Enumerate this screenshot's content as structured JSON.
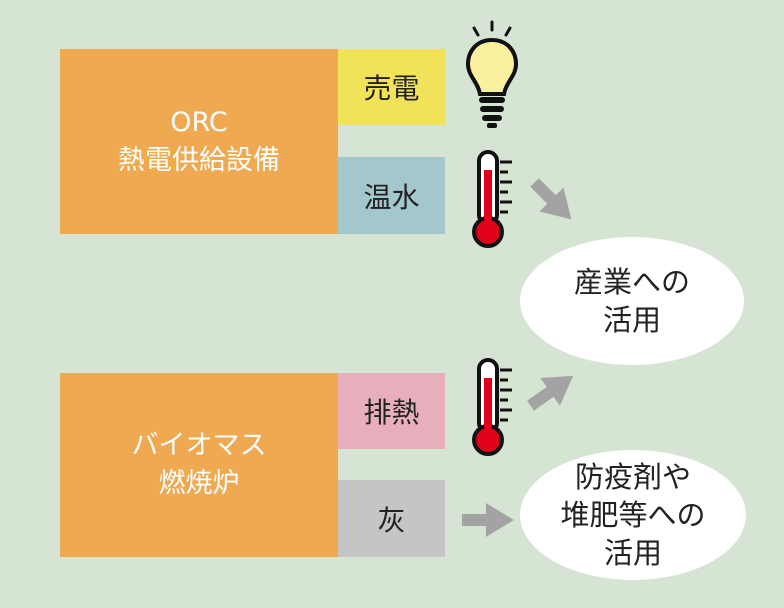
{
  "orc_box": {
    "line1": "ORC",
    "line2": "熱電供給設備"
  },
  "biomass_box": {
    "line1": "バイオマス",
    "line2": "燃焼炉"
  },
  "outputs": {
    "electricity": "売電",
    "hot_water": "温水",
    "exhaust_heat": "排熱",
    "ash": "灰"
  },
  "destinations": {
    "industry": {
      "line1": "産業への",
      "line2": "活用"
    },
    "fertilizer": {
      "line1": "防疫剤や",
      "line2": "堆肥等への",
      "line3": "活用"
    }
  },
  "colors": {
    "background": "#d6e4d3",
    "main_box": "#eea951",
    "electricity_tag": "#f0e35a",
    "hot_water_tag": "#a3c7cc",
    "exhaust_heat_tag": "#e7afbc",
    "ash_tag": "#c5c5c5",
    "arrow": "#a3a3a3",
    "thermometer_red": "#e0001b"
  },
  "icons": {
    "electricity": "lightbulb-icon",
    "hot_water": "thermometer-icon",
    "exhaust_heat": "thermometer-icon"
  }
}
